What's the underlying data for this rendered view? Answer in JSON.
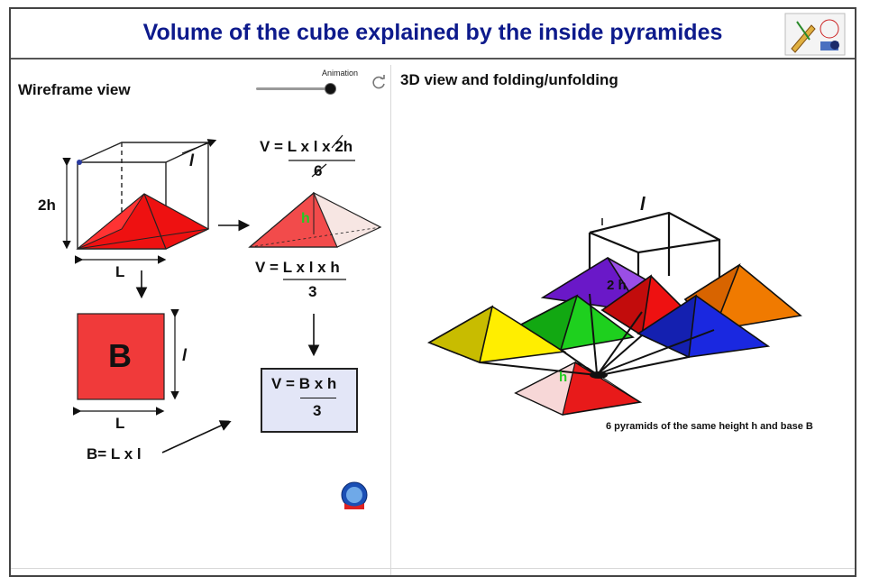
{
  "header": {
    "title": "Volume of the cube explained by the inside pyramides",
    "logo_icon": "geometry-tools-icon"
  },
  "left_panel": {
    "title": "Wireframe view",
    "animation_label": "Animation",
    "slider": {
      "value": 0.95
    },
    "reset_icon": "refresh-icon",
    "labels": {
      "height_2h": "2h",
      "width_l_italic": "l",
      "length_L": "L",
      "formula_top_line": "V = L x l x 2h",
      "formula_top_denominator": "6",
      "pyramid_height": "h",
      "formula_mid_line": "V = L x l x h",
      "formula_mid_denominator": "3",
      "base_letter": "B",
      "base_side_l": "l",
      "base_side_L": "L",
      "base_formula": "B= L x l",
      "final_formula_line": "V = B x h",
      "final_formula_denominator": "3"
    },
    "badge_icon": "author-badge-icon"
  },
  "right_panel": {
    "title": "3D view and folding/unfolding",
    "labels": {
      "cube_edge": "l",
      "height_2h": "2 h",
      "height_h": "h"
    },
    "caption": "6 pyramids of the same height h and base B",
    "pyramid_colors": [
      "#d8d000",
      "#7a22d6",
      "#19c219",
      "#ee1111",
      "#f07a00",
      "#1a28e0",
      "#dd1111"
    ]
  }
}
